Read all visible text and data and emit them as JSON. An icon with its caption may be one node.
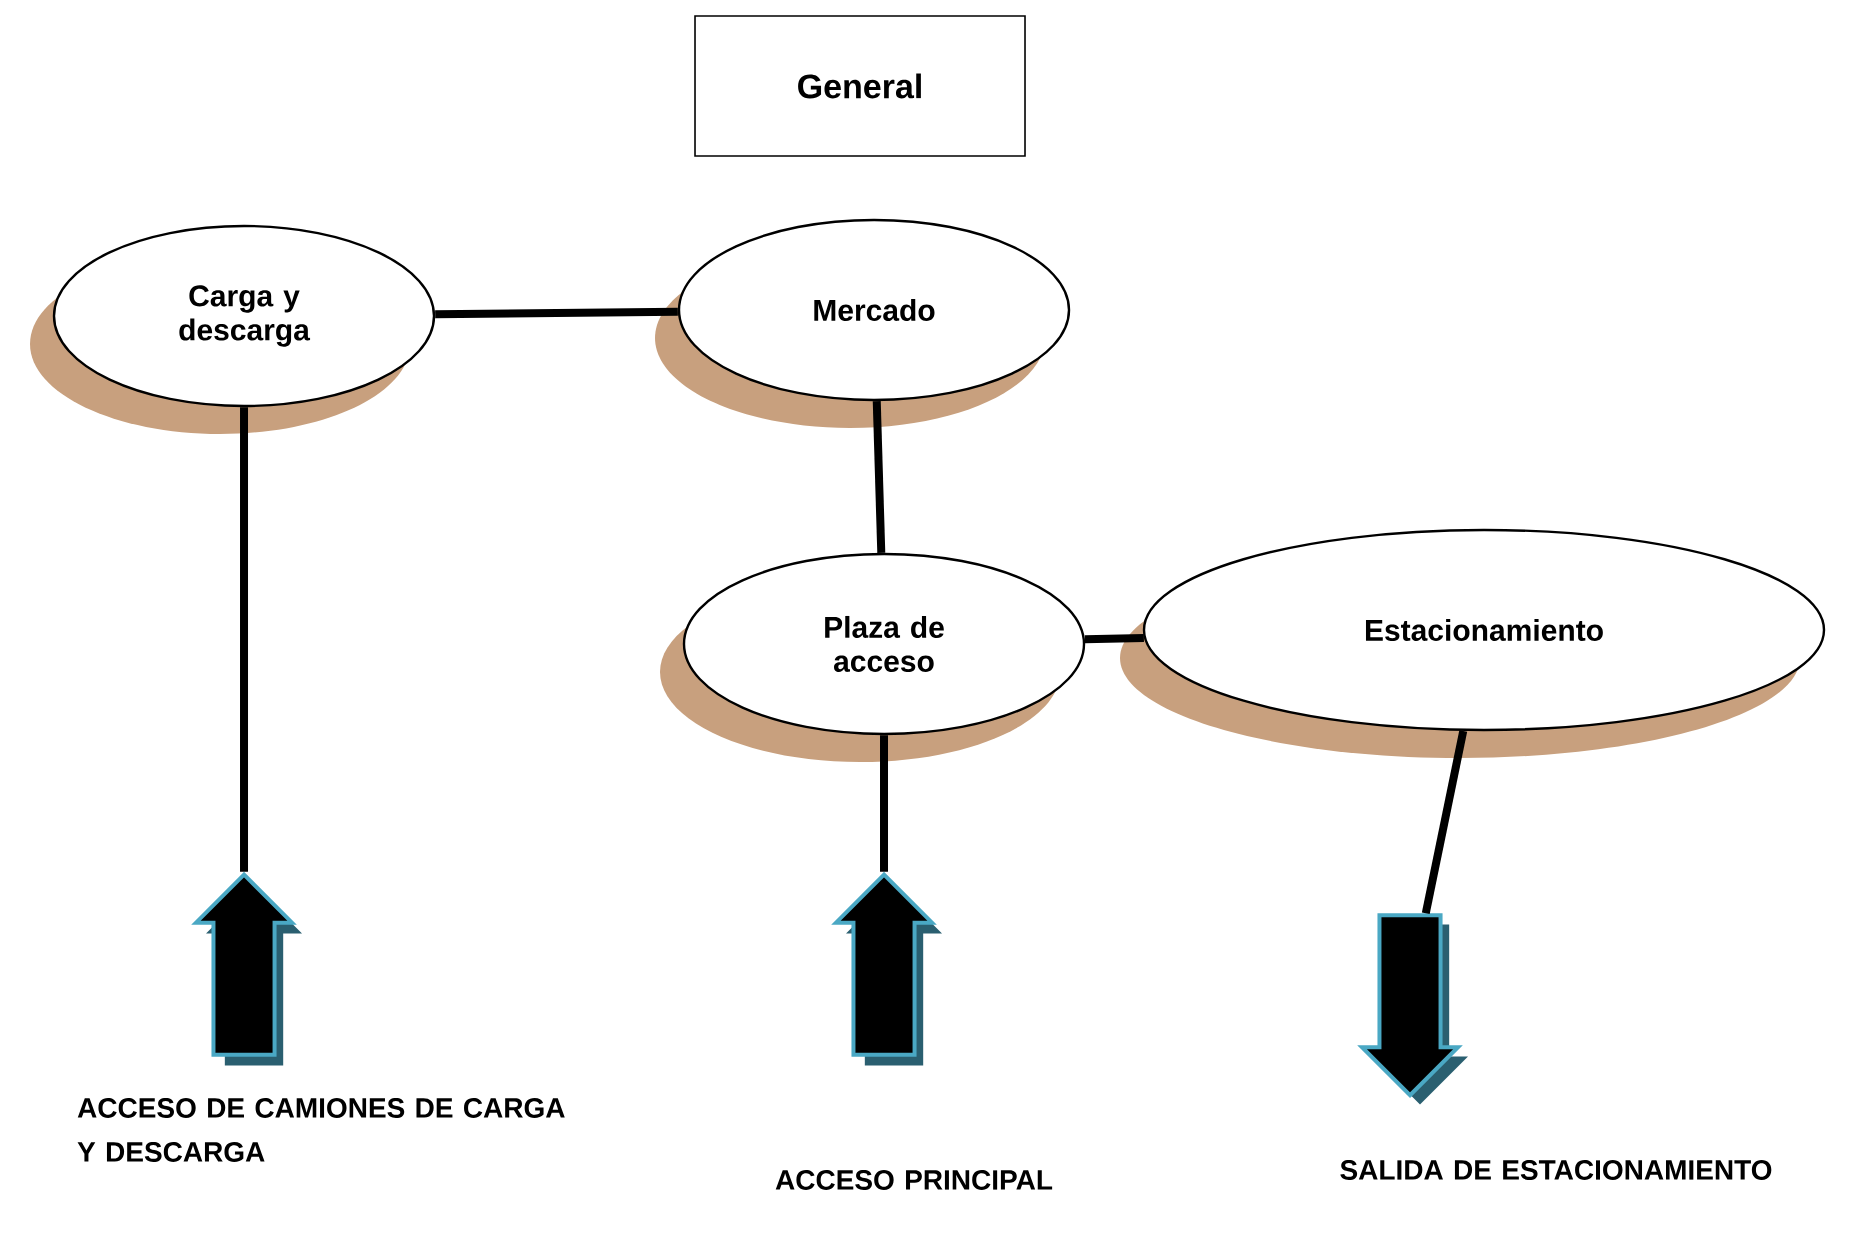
{
  "diagram": {
    "nodes": [
      {
        "text": [
          "General"
        ]
      },
      {
        "text": [
          "Carga y descarga"
        ]
      },
      {
        "text": [
          "Mercado"
        ]
      },
      {
        "text": [
          "Plaza de acceso"
        ]
      },
      {
        "text": [
          "Estacionamiento"
        ]
      },
      {
        "text": [],
        "shape": "arrow",
        "beside": [
          "ACCESO DE CAMIONES DE CARGA Y DESCARGA"
        ]
      },
      {
        "text": [],
        "shape": "arrow",
        "beside": [
          "ACCESO PRINCIPAL"
        ]
      },
      {
        "text": [],
        "shape": "arrow",
        "beside": [
          "SALIDA DE ESTACIONAMIENTO"
        ]
      }
    ],
    "edges": [
      {
        "from": 1,
        "to": 2,
        "arrow": "none"
      },
      {
        "from": 2,
        "to": 3,
        "arrow": "none"
      },
      {
        "from": 3,
        "to": 4,
        "arrow": "none"
      },
      {
        "from": 1,
        "to": 5,
        "arrow": "none"
      },
      {
        "from": 3,
        "to": 6,
        "arrow": "none"
      },
      {
        "from": 4,
        "to": 7,
        "arrow": "none"
      }
    ]
  }
}
